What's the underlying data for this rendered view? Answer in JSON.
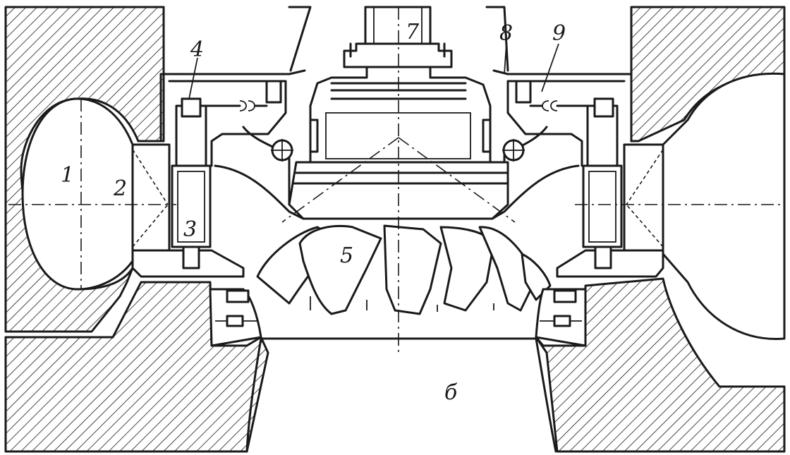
{
  "labels": {
    "volute": "1",
    "stay_vanes": "2",
    "guide_vanes": "3",
    "vane_lever": "4",
    "runner": "5",
    "draft_tube": "б",
    "shaft": "7",
    "servomotor": "8",
    "turbine_cover": "9"
  }
}
